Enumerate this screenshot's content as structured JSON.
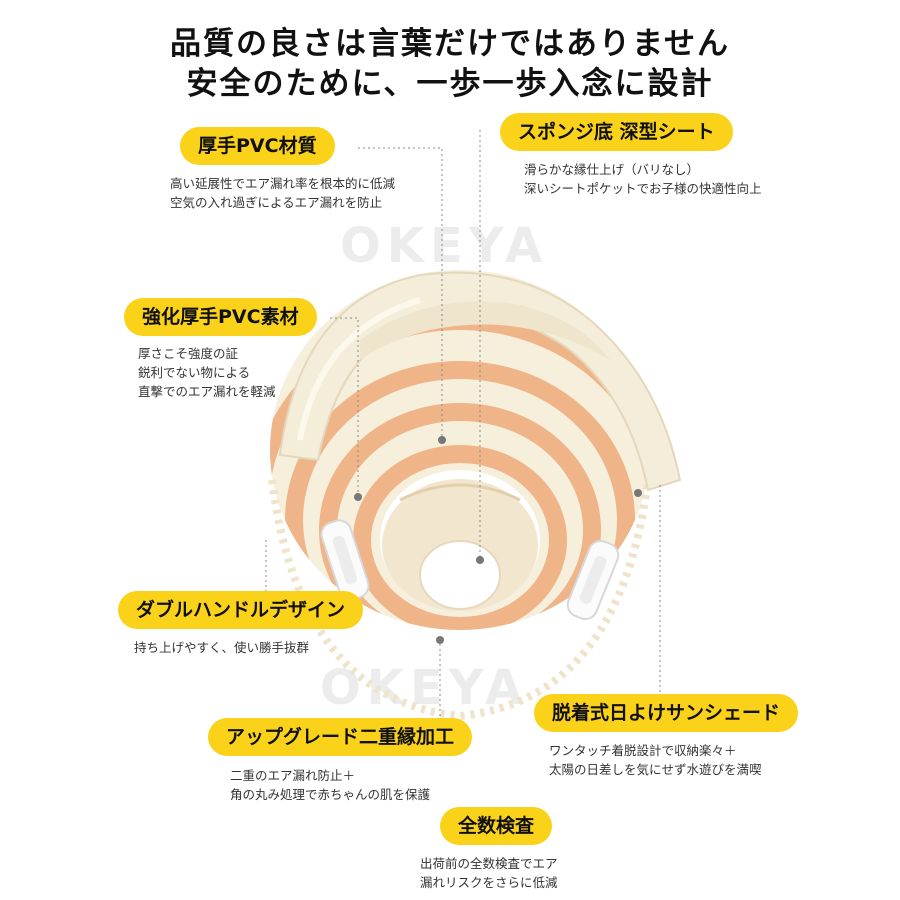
{
  "headline": {
    "line1": "品質の良さは言葉だけではありません",
    "line2": "安全のために、一歩一歩入念に設計"
  },
  "watermark": "OKEYA",
  "features": [
    {
      "title": "厚手PVC材質",
      "desc": [
        "高い延展性でエア漏れ率を根本的に低減",
        "空気の入れ過ぎによるエア漏れを防止"
      ]
    },
    {
      "title": "スポンジ底 深型シート",
      "desc": [
        "滑らかな縁仕上げ（バリなし）",
        "深いシートポケットでお子様の快適性向上"
      ]
    },
    {
      "title": "強化厚手PVC素材",
      "desc": [
        "厚さこそ強度の証",
        "鋭利でない物による",
        "直撃でのエア漏れを軽減"
      ]
    },
    {
      "title": "ダブルハンドルデザイン",
      "desc": [
        "持ち上げやすく、使い勝手抜群"
      ]
    },
    {
      "title": "脱着式日よけサンシェード",
      "desc": [
        "ワンタッチ着脱設計で収納楽々＋",
        "太陽の日差しを気にせず水遊びを満喫"
      ]
    },
    {
      "title": "アップグレード二重縁加工",
      "desc": [
        "二重のエア漏れ防止＋",
        "角の丸み処理で赤ちゃんの肌を保護"
      ]
    },
    {
      "title": "全数検査",
      "desc": [
        "出荷前の全数検査でエア",
        "漏れリスクをさらに低減"
      ]
    }
  ],
  "colors": {
    "accent": "#fbd21a",
    "stripe": "#f0b489",
    "cream": "#f6efdc"
  }
}
